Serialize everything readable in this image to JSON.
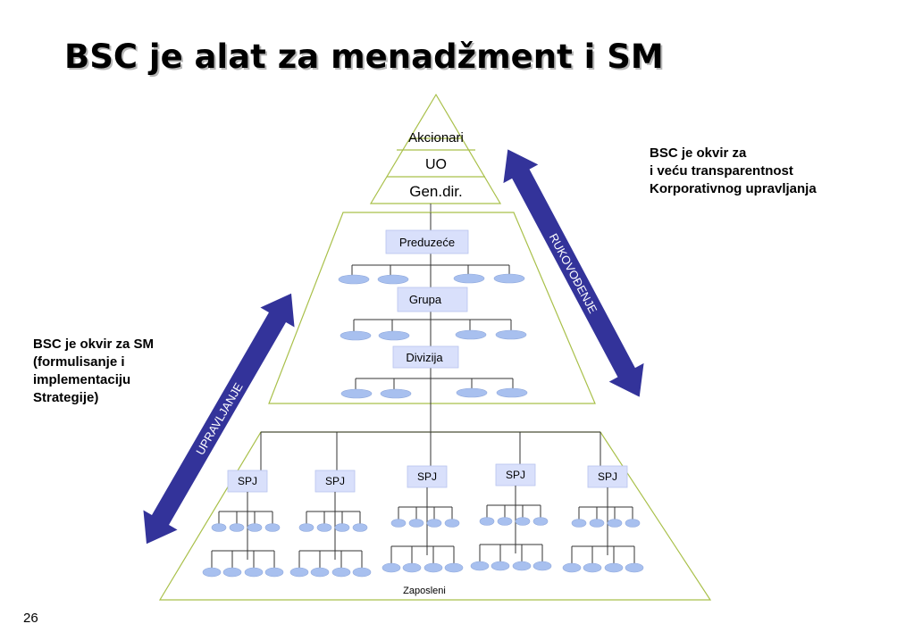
{
  "title": "BSC je alat za menadžment i SM",
  "note_right": [
    "BSC je okvir za",
    "i veću transparentnost",
    "Korporativnog upravljanja"
  ],
  "note_left": [
    "BSC je okvir za SM",
    "(formulisanje i",
    "implementaciju",
    "Strategije)"
  ],
  "page_number": "26",
  "pyramid_top": {
    "levels": [
      "Akcionari",
      "UO",
      "Gen.dir."
    ]
  },
  "pyramid_middle": {
    "boxes": [
      "Preduzeće",
      "Grupa",
      "Divizija"
    ]
  },
  "pyramid_bottom": {
    "unit_label": "SPJ",
    "base_label": "Zaposleni"
  },
  "arrows": {
    "right_label": "RUKOVOĐENJE",
    "left_label": "UPRAVLJANJE"
  },
  "colors": {
    "arrow": "#33339a",
    "box_fill": "#d9e0fb",
    "oval_fill": "#a8c0ef",
    "outline": "#a9c04a"
  }
}
